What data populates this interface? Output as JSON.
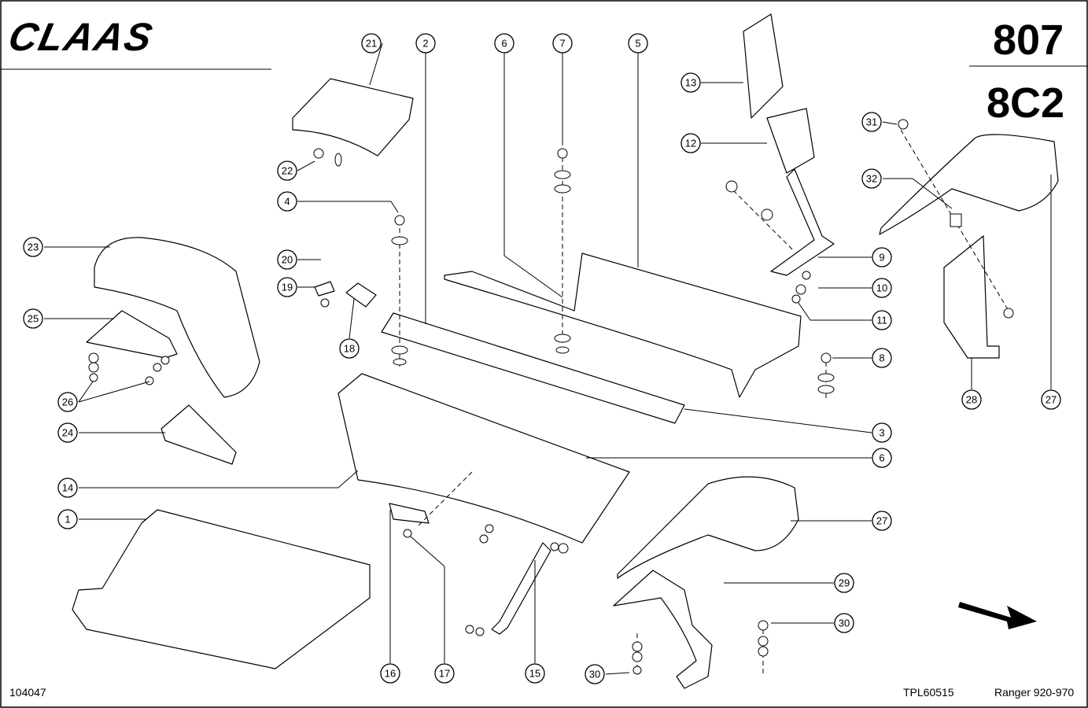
{
  "brand": "CLAAS",
  "codes": {
    "top": "807",
    "bottom": "8C2"
  },
  "footer": {
    "left": "104047",
    "middle": "TPL60515",
    "right": "Ranger 920-970"
  },
  "callouts": [
    {
      "n": "21"
    },
    {
      "n": "2"
    },
    {
      "n": "6"
    },
    {
      "n": "7"
    },
    {
      "n": "5"
    },
    {
      "n": "13"
    },
    {
      "n": "12"
    },
    {
      "n": "31"
    },
    {
      "n": "32"
    },
    {
      "n": "22"
    },
    {
      "n": "4"
    },
    {
      "n": "23"
    },
    {
      "n": "20"
    },
    {
      "n": "19"
    },
    {
      "n": "9"
    },
    {
      "n": "10"
    },
    {
      "n": "11"
    },
    {
      "n": "25"
    },
    {
      "n": "18"
    },
    {
      "n": "8"
    },
    {
      "n": "26"
    },
    {
      "n": "28"
    },
    {
      "n": "27"
    },
    {
      "n": "24"
    },
    {
      "n": "3"
    },
    {
      "n": "6"
    },
    {
      "n": "14"
    },
    {
      "n": "1"
    },
    {
      "n": "27"
    },
    {
      "n": "29"
    },
    {
      "n": "30"
    },
    {
      "n": "16"
    },
    {
      "n": "17"
    },
    {
      "n": "15"
    },
    {
      "n": "30"
    }
  ]
}
